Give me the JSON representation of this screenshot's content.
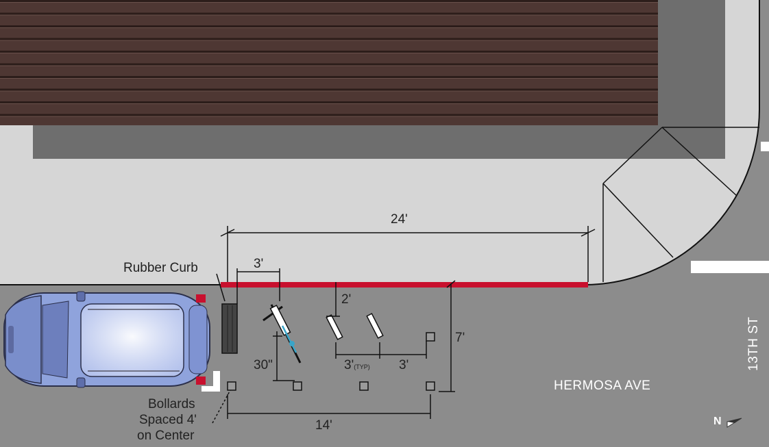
{
  "labels": {
    "rubber_curb": "Rubber Curb",
    "bollards_line1": "Bollards",
    "bollards_line2": "Spaced 4'",
    "bollards_line3": "on Center"
  },
  "dimensions": {
    "overall_length": "24'",
    "rack_offset": "3'",
    "curb_setback": "2'",
    "zone_width": "7'",
    "bike_clearance": "30\"",
    "rack_spacing": "3'",
    "rack_spacing_note": "(TYP)",
    "end_spacing": "3'",
    "bollard_span": "14'"
  },
  "streets": {
    "avenue": "HERMOSA AVE",
    "cross_street": "13TH ST"
  },
  "north_arrow": {
    "label": "N",
    "icon": "north-arrow-icon"
  },
  "colors": {
    "roof": "#4a3430",
    "sidewalk": "#d6d6d6",
    "street": "#8c8c8c",
    "red_curb": "#c8102e",
    "car": "#8fa3dc"
  }
}
